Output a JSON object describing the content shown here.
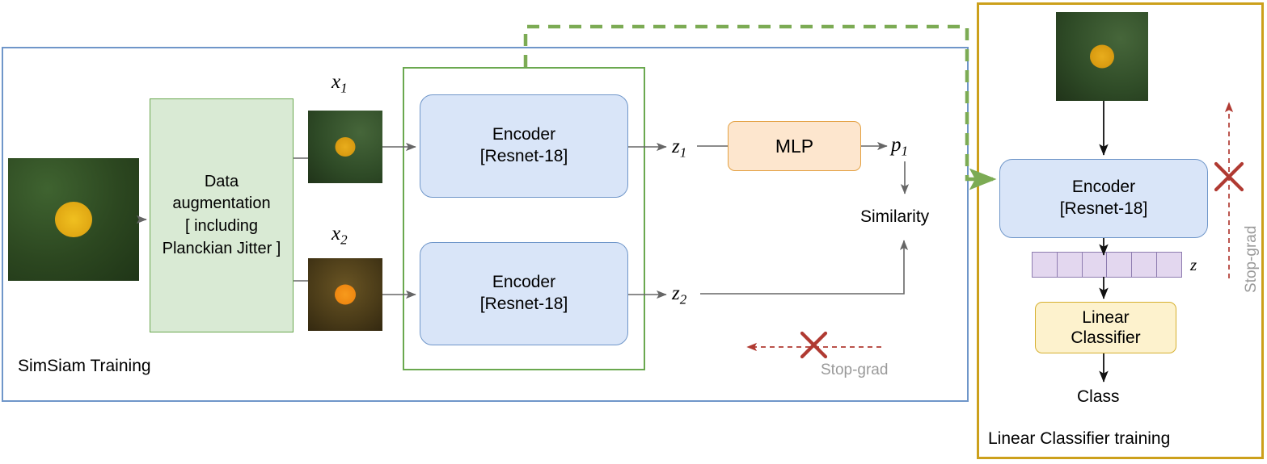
{
  "figure": {
    "left_panel": {
      "caption": "SimSiam Training",
      "border_color": "#6f96c9",
      "augmentation_box": {
        "line1": "Data",
        "line2": "augmentation",
        "line3": "[ including",
        "line4": "Planckian Jitter ]",
        "fill": "#d9ead4",
        "border": "#6aa84f"
      },
      "view_labels": {
        "x1": "x",
        "x1_sub": "1",
        "x2": "x",
        "x2_sub": "2"
      },
      "encoders": [
        {
          "line1": "Encoder",
          "line2": "[Resnet-18]"
        },
        {
          "line1": "Encoder",
          "line2": "[Resnet-18]"
        }
      ],
      "encoder_fill": "#d9e5f8",
      "encoder_border": "#6f96c9",
      "embeddings": {
        "z1": "z",
        "z1_sub": "1",
        "z2": "z",
        "z2_sub": "2"
      },
      "mlp": {
        "label": "MLP",
        "fill": "#fde6ce",
        "border": "#e3a042"
      },
      "projection": {
        "p1": "p",
        "p1_sub": "1"
      },
      "similarity_label": "Similarity",
      "stop_grad_label": "Stop-grad",
      "stop_grad_color": "#b03a32",
      "shared_weights_frame_color": "#6aa84f"
    },
    "right_panel": {
      "caption": "Linear Classifier training",
      "border_color": "#ccA01b",
      "encoder": {
        "line1": "Encoder",
        "line2": "[Resnet-18]"
      },
      "feature_vector": {
        "label": "z",
        "cells": 6,
        "fill": "#e3d7ef",
        "border": "#8e7cb0"
      },
      "classifier": {
        "line1": "Linear",
        "line2": "Classifier",
        "fill": "#fdf2cd",
        "border": "#d6b030"
      },
      "output_label": "Class",
      "stop_grad_label": "Stop-grad",
      "stop_grad_color": "#b03a32"
    },
    "weight_transfer": {
      "style": "dashed",
      "color": "#7cab54",
      "description": "encoder weights transferred from SimSiam training to linear classifier encoder"
    }
  }
}
